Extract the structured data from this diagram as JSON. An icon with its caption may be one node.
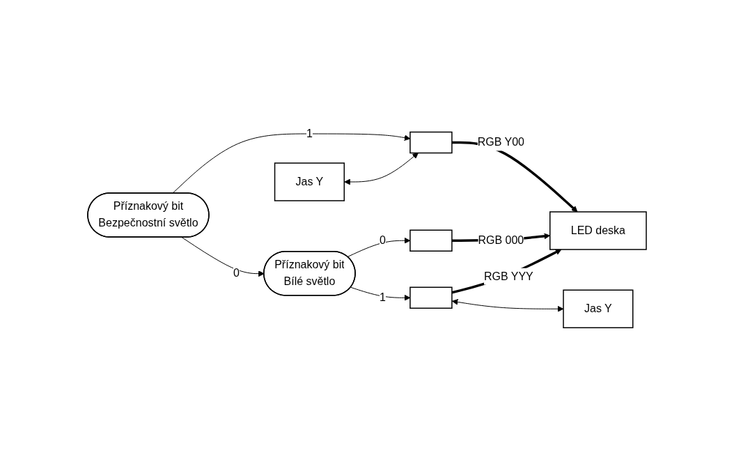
{
  "diagram": {
    "nodes": [
      {
        "text": [
          "Příznakový bit",
          "Bezpečnostní světlo"
        ]
      },
      {
        "text": [
          "Příznakový bit",
          "Bílé světlo"
        ]
      },
      {
        "text": [
          "Jas Y"
        ]
      },
      {
        "text": [],
        "shape": "box"
      },
      {
        "text": [],
        "shape": "box"
      },
      {
        "text": [],
        "shape": "box"
      },
      {
        "text": [
          "Jas Y"
        ]
      },
      {
        "text": [
          "LED deska"
        ]
      }
    ],
    "edges": [
      {
        "from": 0,
        "to": 3,
        "arrow": "to",
        "label": "1"
      },
      {
        "from": 0,
        "to": 1,
        "arrow": "to",
        "label": "0"
      },
      {
        "from": 1,
        "to": 4,
        "arrow": "to",
        "label": "0"
      },
      {
        "from": 1,
        "to": 5,
        "arrow": "to",
        "label": "1"
      },
      {
        "from": 2,
        "to": 3,
        "arrow": "both"
      },
      {
        "from": 3,
        "to": 7,
        "arrow": "to",
        "label": "RGB Y00",
        "style": "thick"
      },
      {
        "from": 4,
        "to": 7,
        "arrow": "to",
        "label": "RGB 000",
        "style": "thick"
      },
      {
        "from": 5,
        "to": 7,
        "arrow": "to",
        "label": "RGB YYY",
        "style": "thick"
      },
      {
        "from": 5,
        "to": 6,
        "arrow": "both"
      }
    ]
  }
}
